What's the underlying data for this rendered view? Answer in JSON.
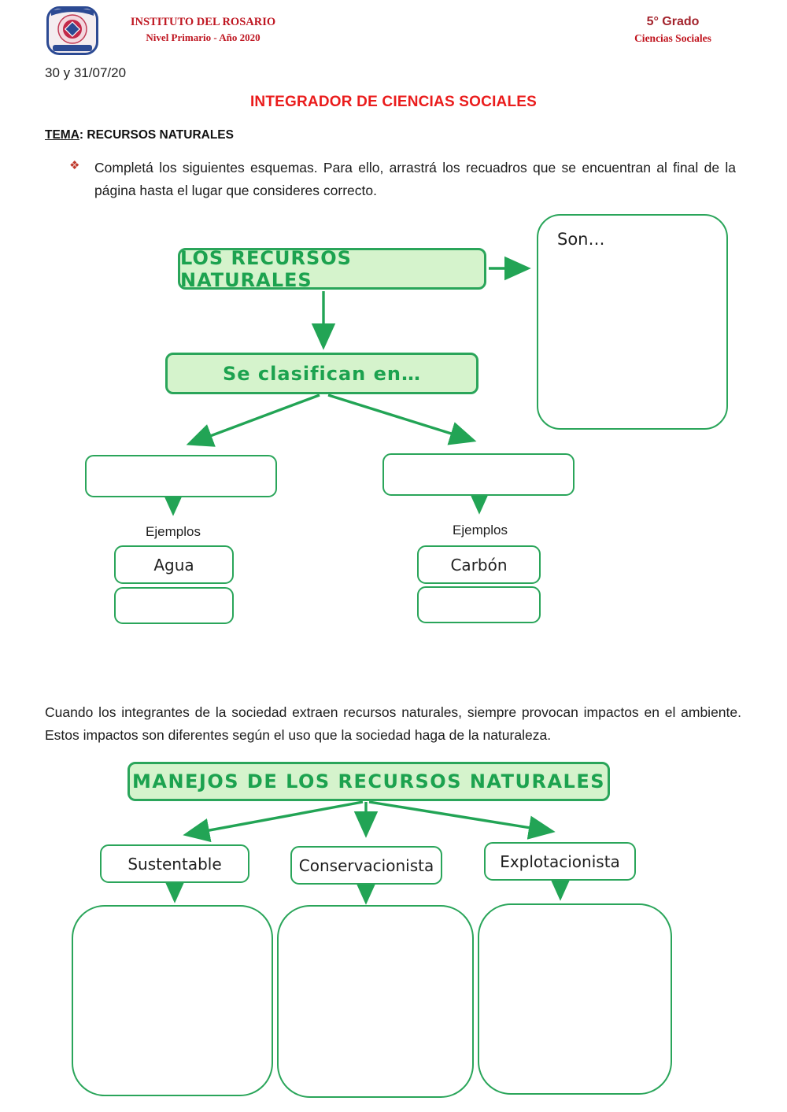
{
  "header": {
    "school": "INSTITUTO DEL ROSARIO",
    "level": "Nivel Primario - Año 2020",
    "grade": "5° Grado",
    "subject": "Ciencias Sociales",
    "logo": "school-crest"
  },
  "date": "30 y 31/07/20",
  "title": "INTEGRADOR DE CIENCIAS SOCIALES",
  "tema_label": "TEMA",
  "tema_rest": ": RECURSOS NATURALES",
  "bullet_icon": "❖",
  "instruction": "Completá los siguientes esquemas. Para ello, arrastrá los recuadros que se encuentran al final de la página hasta el lugar que consideres correcto.",
  "diagram1": {
    "root": "LOS RECURSOS NATURALES",
    "son": "Son…",
    "classify": "Se clasifican en…",
    "left_branch": {
      "value": "",
      "examples_label": "Ejemplos",
      "example1": "Agua",
      "example2": ""
    },
    "right_branch": {
      "value": "",
      "examples_label": "Ejemplos",
      "example1": "Carbón",
      "example2": ""
    }
  },
  "paragraph": "Cuando los integrantes de la sociedad extraen recursos naturales, siempre provocan impactos en el ambiente. Estos impactos son diferentes según el uso que la sociedad haga de la naturaleza.",
  "diagram2": {
    "title": "MANEJOS DE LOS RECURSOS NATURALES",
    "categories": [
      "Sustentable",
      "Conservacionista",
      "Explotacionista"
    ]
  },
  "colors": {
    "green_border": "#2aa55a",
    "green_fill": "#d5f3cc",
    "green_text": "#1ca24f",
    "title_red": "#ea1c1c",
    "header_red": "#bf1722"
  }
}
